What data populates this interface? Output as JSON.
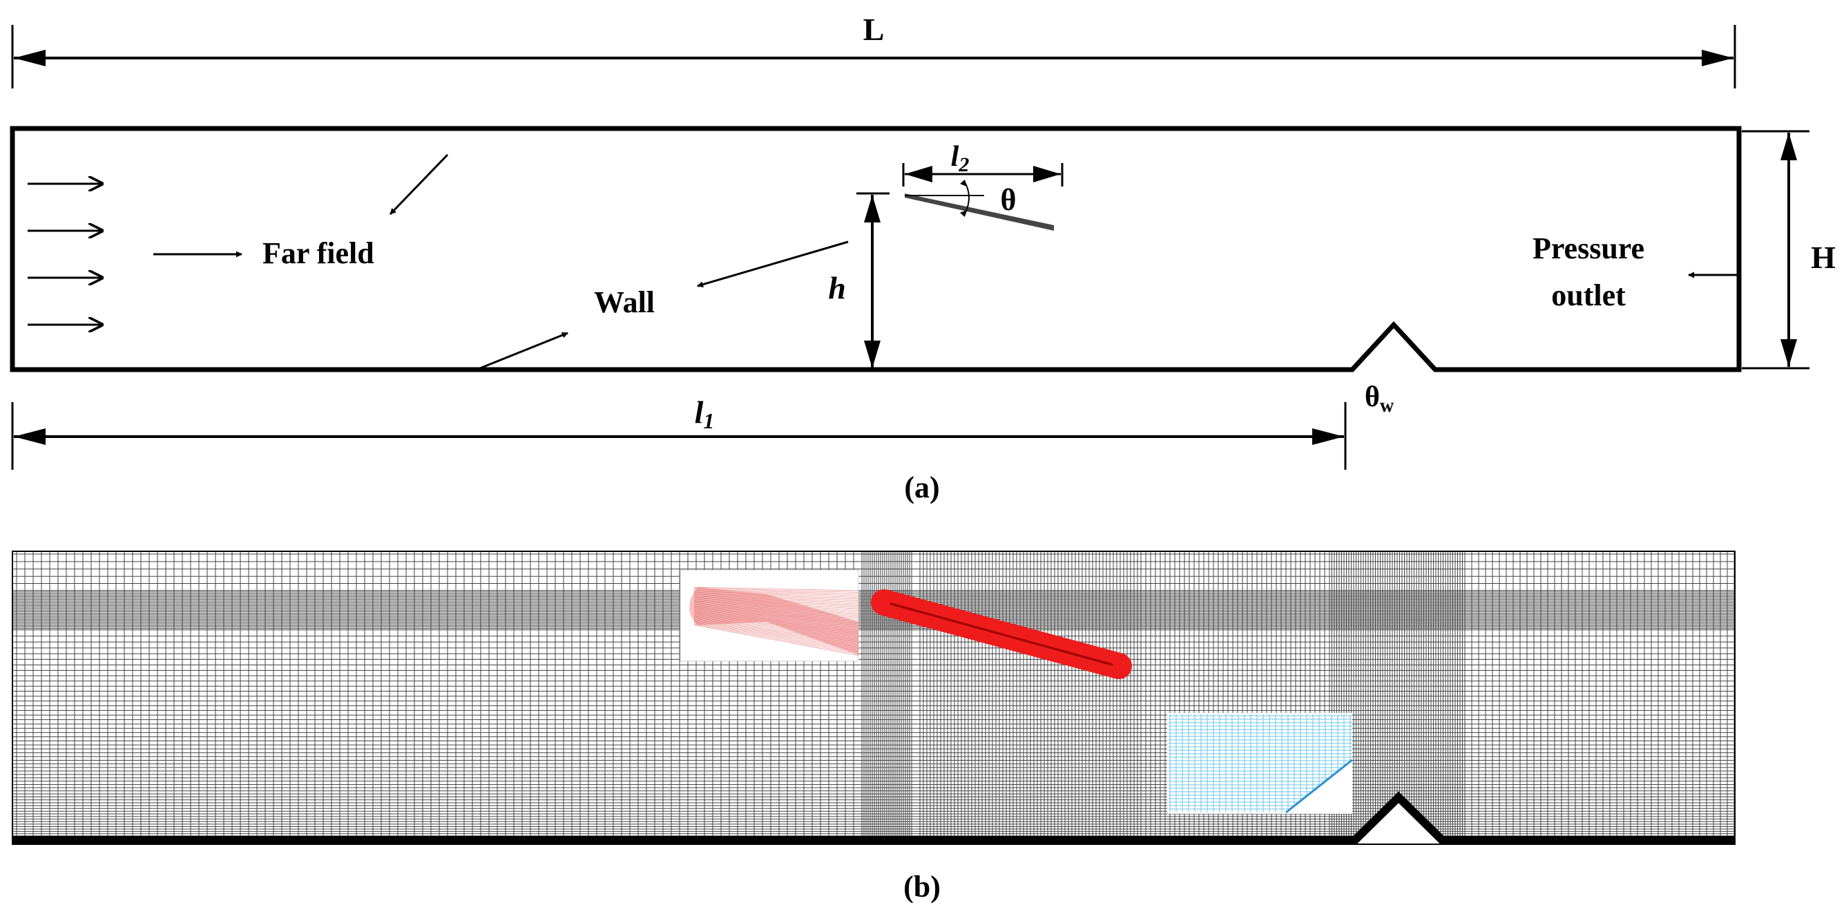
{
  "labels": {
    "L": "L",
    "H": "H",
    "h": "h",
    "l1": "l",
    "l1_sub": "1",
    "l2": "l",
    "l2_sub": "2",
    "theta": "θ",
    "theta_w": "θ",
    "theta_w_sub": "w",
    "far_field": "Far field",
    "wall": "Wall",
    "pressure_line1": "Pressure",
    "pressure_line2": "outlet",
    "caption_a": "(a)",
    "caption_b": "(b)"
  },
  "colors": {
    "line": "#000000",
    "plate": "#444444",
    "mesh_plate": "#ee1c1c",
    "inset_plate": "#f08a8a",
    "inset_wall": "#6cc6e8"
  }
}
